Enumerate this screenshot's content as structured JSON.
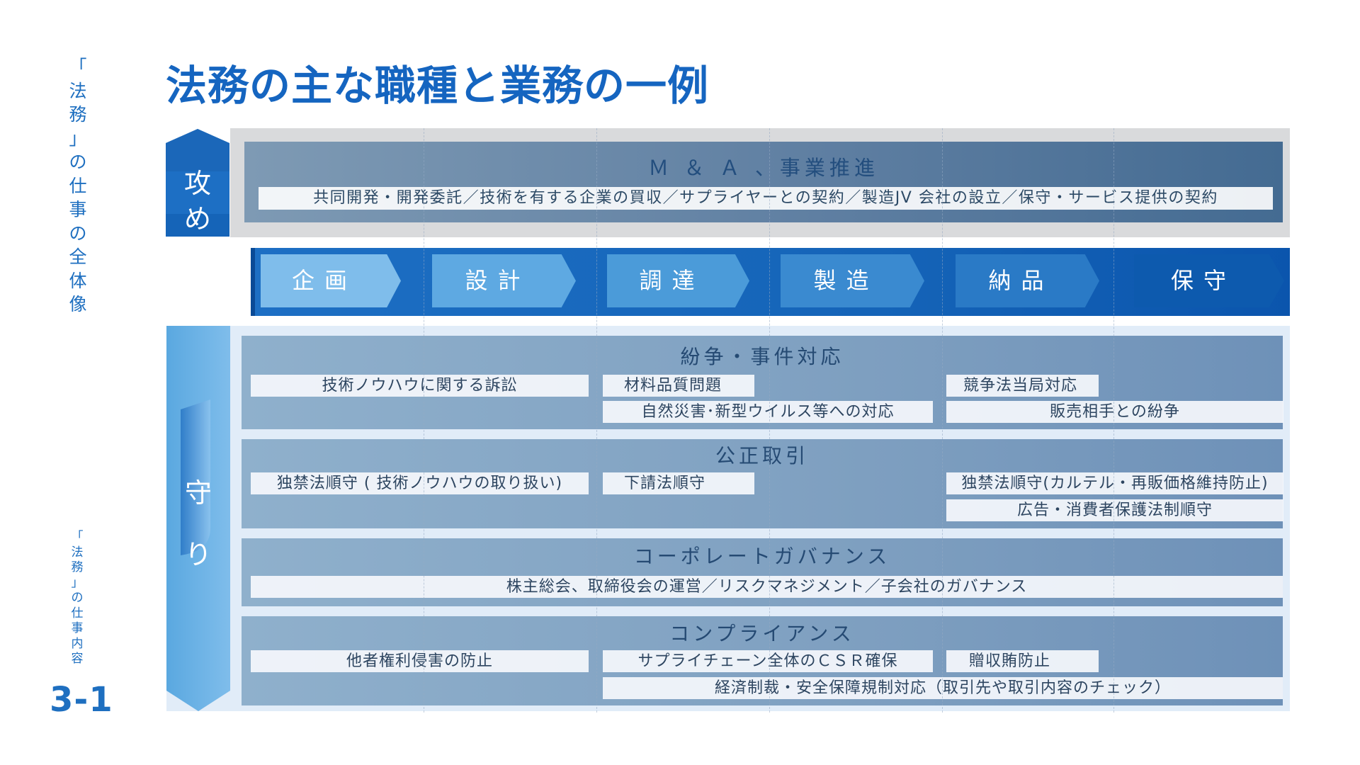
{
  "side_label_top": [
    "「",
    "法",
    "務",
    "」",
    "の",
    "仕",
    "事",
    "の",
    "全",
    "体",
    "像"
  ],
  "side_label_bottom": [
    "「",
    "法",
    "務",
    "」",
    "の",
    "仕",
    "事",
    "内",
    "容"
  ],
  "page_number": "3-1",
  "title": "法務の主な職種と業務の一例",
  "attack": {
    "tag": [
      "攻",
      "め"
    ],
    "heading": "Ｍ ＆ Ａ 、事業推進",
    "detail": "共同開発・開発委託／技術を有する企業の買収／サプライヤーとの契約／製造JV 会社の設立／保守・サービス提供の契約"
  },
  "process": {
    "steps": [
      "企画",
      "設計",
      "調達",
      "製造",
      "納品",
      "保守"
    ]
  },
  "defense": {
    "tag": [
      "守",
      "り"
    ],
    "categories": [
      {
        "heading": "紛争・事件対応",
        "items": [
          "技術ノウハウに関する訴訟",
          "材料品質問題",
          "自然災害･新型ウイルス等への対応",
          "競争法当局対応",
          "販売相手との紛争"
        ]
      },
      {
        "heading": "公正取引",
        "items": [
          "独禁法順守 ( 技術ノウハウの取り扱い)",
          "下請法順守",
          "独禁法順守(カルテル・再販価格維持防止)",
          "広告・消費者保護法制順守"
        ]
      },
      {
        "heading": "コーポレートガバナンス",
        "items": [
          "株主総会、取締役会の運営／リスクマネジメント／子会社のガバナンス"
        ]
      },
      {
        "heading": "コンプライアンス",
        "items": [
          "他者権利侵害の防止",
          "サプライチェーン全体のＣＳＲ確保",
          "贈収賄防止",
          "経済制裁・安全保障規制対応（取引先や取引内容のチェック）"
        ]
      }
    ]
  },
  "colors": {
    "accent": "#1565c0",
    "process_band": "#1564b8",
    "step_light": "#7fbdeb",
    "step_dark": "#0d5aae"
  }
}
